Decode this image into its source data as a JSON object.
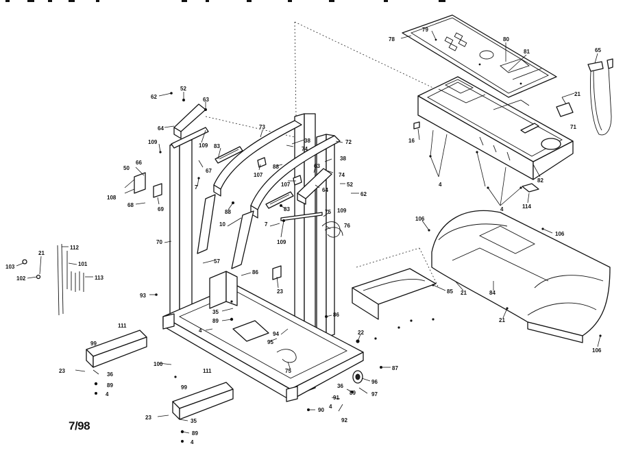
{
  "diagram": {
    "revision_date": "7/98",
    "callouts": [
      {
        "id": "c-78a",
        "text": "78"
      },
      {
        "id": "c-79",
        "text": "79"
      },
      {
        "id": "c-80",
        "text": "80"
      },
      {
        "id": "c-81",
        "text": "81"
      },
      {
        "id": "c-65",
        "text": "65"
      },
      {
        "id": "c-21a",
        "text": "21"
      },
      {
        "id": "c-71",
        "text": "71"
      },
      {
        "id": "c-16",
        "text": "16"
      },
      {
        "id": "c-82",
        "text": "82"
      },
      {
        "id": "c-4a",
        "text": "4"
      },
      {
        "id": "c-4b",
        "text": "4"
      },
      {
        "id": "c-114",
        "text": "114"
      },
      {
        "id": "c-62a",
        "text": "62"
      },
      {
        "id": "c-52a",
        "text": "52"
      },
      {
        "id": "c-63a",
        "text": "63"
      },
      {
        "id": "c-64",
        "text": "64"
      },
      {
        "id": "c-109a",
        "text": "109"
      },
      {
        "id": "c-109b",
        "text": "109"
      },
      {
        "id": "c-83a",
        "text": "83"
      },
      {
        "id": "c-67",
        "text": "67"
      },
      {
        "id": "c-73",
        "text": "73"
      },
      {
        "id": "c-38a",
        "text": "38"
      },
      {
        "id": "c-74a",
        "text": "74"
      },
      {
        "id": "c-72",
        "text": "72"
      },
      {
        "id": "c-88a",
        "text": "88"
      },
      {
        "id": "c-38b",
        "text": "38"
      },
      {
        "id": "c-74b",
        "text": "74"
      },
      {
        "id": "c-107a",
        "text": "107"
      },
      {
        "id": "c-107b",
        "text": "107"
      },
      {
        "id": "c-63b",
        "text": "63"
      },
      {
        "id": "c-64b",
        "text": "64"
      },
      {
        "id": "c-52b",
        "text": "52"
      },
      {
        "id": "c-62b",
        "text": "62"
      },
      {
        "id": "c-50",
        "text": "50"
      },
      {
        "id": "c-66",
        "text": "66"
      },
      {
        "id": "c-108",
        "text": "108"
      },
      {
        "id": "c-68",
        "text": "68"
      },
      {
        "id": "c-69",
        "text": "69"
      },
      {
        "id": "c-7a",
        "text": "7"
      },
      {
        "id": "c-88b",
        "text": "88"
      },
      {
        "id": "c-83b",
        "text": "83"
      },
      {
        "id": "c-109c",
        "text": "109"
      },
      {
        "id": "c-75a",
        "text": "75"
      },
      {
        "id": "c-76",
        "text": "76"
      },
      {
        "id": "c-10",
        "text": "10"
      },
      {
        "id": "c-7b",
        "text": "7"
      },
      {
        "id": "c-109d",
        "text": "109"
      },
      {
        "id": "c-70",
        "text": "70"
      },
      {
        "id": "c-112",
        "text": "112"
      },
      {
        "id": "c-21b",
        "text": "21"
      },
      {
        "id": "c-103",
        "text": "103"
      },
      {
        "id": "c-101",
        "text": "101"
      },
      {
        "id": "c-102",
        "text": "102"
      },
      {
        "id": "c-113",
        "text": "113"
      },
      {
        "id": "c-57",
        "text": "57"
      },
      {
        "id": "c-86a",
        "text": "86"
      },
      {
        "id": "c-23a",
        "text": "23"
      },
      {
        "id": "c-93",
        "text": "93"
      },
      {
        "id": "c-35a",
        "text": "35"
      },
      {
        "id": "c-89a",
        "text": "89"
      },
      {
        "id": "c-4c",
        "text": "4"
      },
      {
        "id": "c-94",
        "text": "94"
      },
      {
        "id": "c-95",
        "text": "95"
      },
      {
        "id": "c-86b",
        "text": "86"
      },
      {
        "id": "c-22",
        "text": "22"
      },
      {
        "id": "c-106a",
        "text": "106"
      },
      {
        "id": "c-106b",
        "text": "106"
      },
      {
        "id": "c-84",
        "text": "84"
      },
      {
        "id": "c-85",
        "text": "85"
      },
      {
        "id": "c-21c",
        "text": "21"
      },
      {
        "id": "c-21d",
        "text": "21"
      },
      {
        "id": "c-106c",
        "text": "106"
      },
      {
        "id": "c-111a",
        "text": "111"
      },
      {
        "id": "c-99a",
        "text": "99"
      },
      {
        "id": "c-23b",
        "text": "23"
      },
      {
        "id": "c-36a",
        "text": "36"
      },
      {
        "id": "c-89b",
        "text": "89"
      },
      {
        "id": "c-4d",
        "text": "4"
      },
      {
        "id": "c-100",
        "text": "100"
      },
      {
        "id": "c-75b",
        "text": "75"
      },
      {
        "id": "c-87",
        "text": "87"
      },
      {
        "id": "c-96",
        "text": "96"
      },
      {
        "id": "c-36b",
        "text": "36"
      },
      {
        "id": "c-97",
        "text": "97"
      },
      {
        "id": "c-89c",
        "text": "89"
      },
      {
        "id": "c-91",
        "text": "91"
      },
      {
        "id": "c-4e",
        "text": "4"
      },
      {
        "id": "c-90",
        "text": "90"
      },
      {
        "id": "c-92",
        "text": "92"
      },
      {
        "id": "c-111b",
        "text": "111"
      },
      {
        "id": "c-99b",
        "text": "99"
      },
      {
        "id": "c-23c",
        "text": "23"
      },
      {
        "id": "c-35b",
        "text": "35"
      },
      {
        "id": "c-89d",
        "text": "89"
      },
      {
        "id": "c-4f",
        "text": "4"
      }
    ]
  }
}
